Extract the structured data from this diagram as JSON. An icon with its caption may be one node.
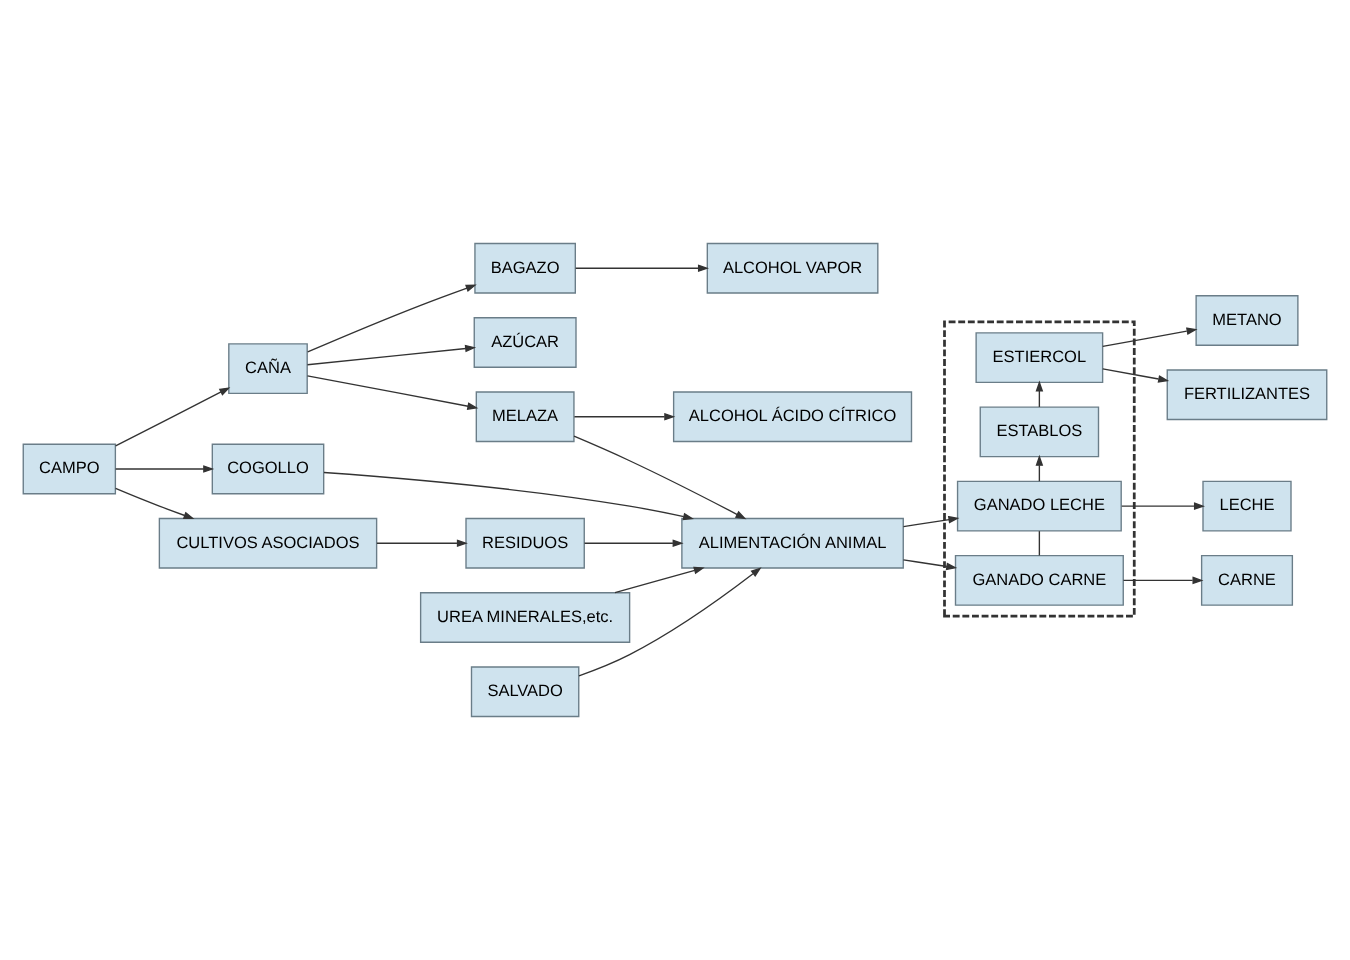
{
  "diagram": {
    "nodes": [
      {
        "text": [
          "CAMPO"
        ]
      },
      {
        "text": [
          "CAÑA"
        ]
      },
      {
        "text": [
          "BAGAZO"
        ]
      },
      {
        "text": [
          "ALCOHOL VAPOR"
        ]
      },
      {
        "text": [
          "AZÚCAR"
        ]
      },
      {
        "text": [
          "MELAZA"
        ]
      },
      {
        "text": [
          "ALCOHOL ÁCIDO CÍTRICO"
        ]
      },
      {
        "text": [
          "UREA MINERALES,etc."
        ]
      },
      {
        "text": [
          "COGOLLO"
        ]
      },
      {
        "text": [
          "ALIMENTACIÓN ANIMAL"
        ]
      },
      {
        "text": [],
        "shape": "box"
      },
      {
        "text": [
          "GANADO CARNE"
        ],
        "in": 10
      },
      {
        "text": [
          "CARNE"
        ]
      },
      {
        "text": [
          "GANADO LECHE"
        ],
        "in": 10
      },
      {
        "text": [
          "LECHE"
        ]
      },
      {
        "text": [
          "ESTABLOS"
        ],
        "in": 10
      },
      {
        "text": [
          "ESTIERCOL"
        ],
        "in": 10
      },
      {
        "text": [
          "METANO"
        ]
      },
      {
        "text": [
          "CULTIVOS ASOCIADOS"
        ]
      },
      {
        "text": [
          "RESIDUOS"
        ]
      },
      {
        "text": [
          "SALVADO"
        ]
      },
      {
        "text": [
          "FERTILIZANTES"
        ]
      }
    ],
    "edges": [
      {
        "from": 0,
        "to": 1,
        "arrow": "to"
      },
      {
        "from": 0,
        "to": 8,
        "arrow": "to"
      },
      {
        "from": 0,
        "to": 18,
        "arrow": "to"
      },
      {
        "from": 1,
        "to": 2,
        "arrow": "to"
      },
      {
        "from": 1,
        "to": 4,
        "arrow": "to"
      },
      {
        "from": 1,
        "to": 5,
        "arrow": "to"
      },
      {
        "from": 2,
        "to": 3,
        "arrow": "to"
      },
      {
        "from": 5,
        "to": 6,
        "arrow": "to"
      },
      {
        "from": 5,
        "to": 9,
        "arrow": "to"
      },
      {
        "from": 7,
        "to": 9,
        "arrow": "to"
      },
      {
        "from": 8,
        "to": 9,
        "arrow": "to"
      },
      {
        "from": 9,
        "to": 11,
        "arrow": "to"
      },
      {
        "from": 9,
        "to": 13,
        "arrow": "to"
      },
      {
        "from": 11,
        "to": 12,
        "arrow": "to"
      },
      {
        "from": 11,
        "to": 13,
        "arrow": "none"
      },
      {
        "from": 13,
        "to": 14,
        "arrow": "to"
      },
      {
        "from": 13,
        "to": 15,
        "arrow": "to"
      },
      {
        "from": 15,
        "to": 16,
        "arrow": "to"
      },
      {
        "from": 16,
        "to": 17,
        "arrow": "to"
      },
      {
        "from": 16,
        "to": 21,
        "arrow": "to"
      },
      {
        "from": 18,
        "to": 19,
        "arrow": "to"
      },
      {
        "from": 19,
        "to": 9,
        "arrow": "to"
      },
      {
        "from": 20,
        "to": 9,
        "arrow": "to"
      }
    ]
  }
}
